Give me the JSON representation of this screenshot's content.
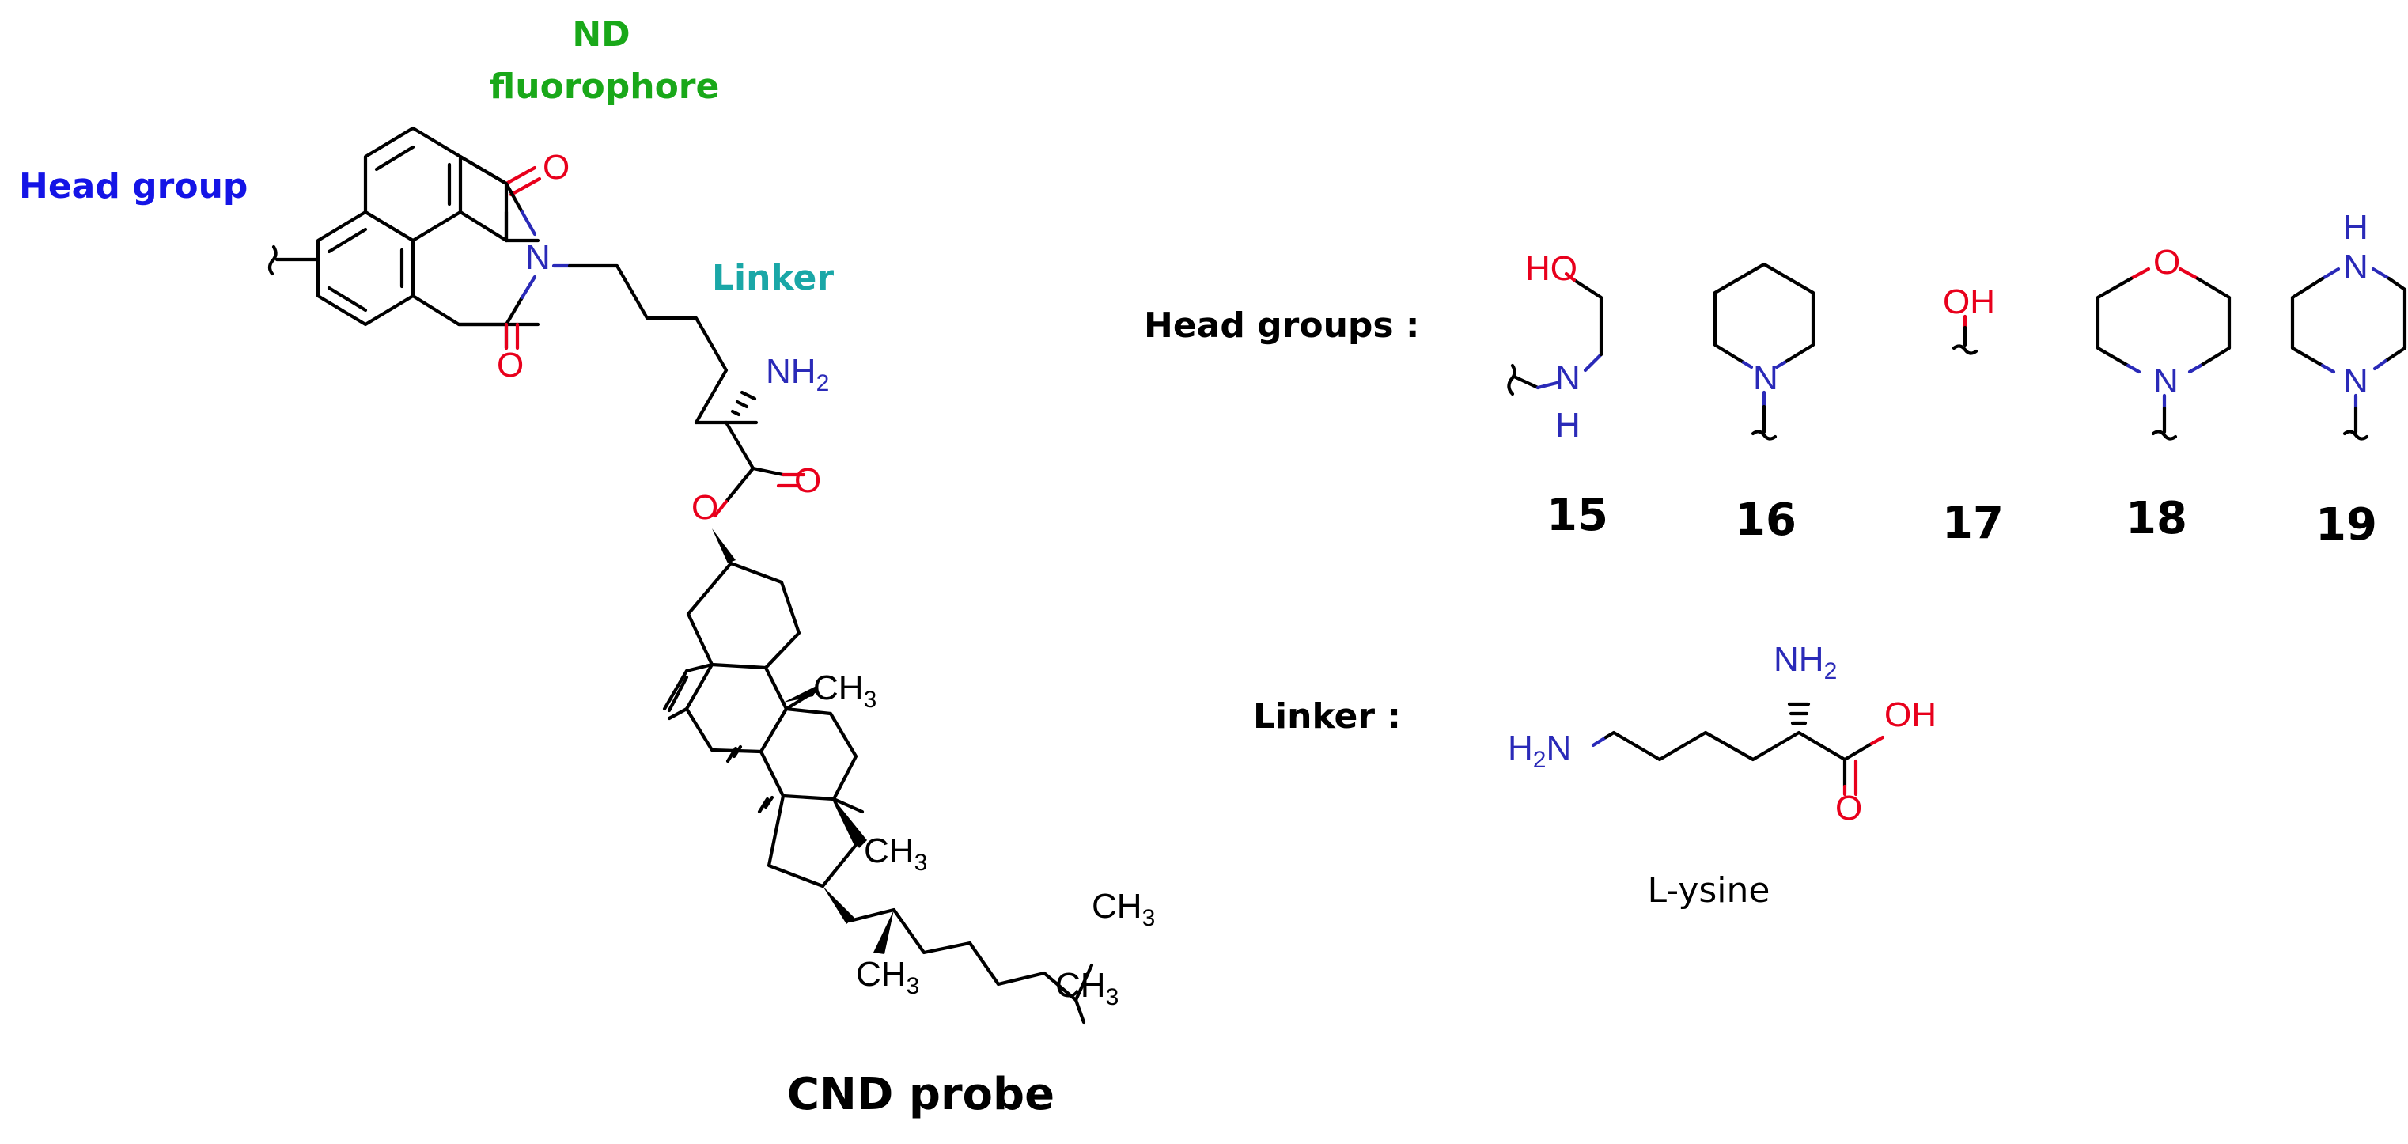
{
  "labels": {
    "nd_line1": "ND",
    "nd_line2": "fluorophore",
    "head_group": "Head group",
    "linker": "Linker",
    "probe_name": "CND probe",
    "head_groups_title": "Head groups :",
    "linker_title": "Linker :",
    "lysine_name": "L-ysine"
  },
  "compound_numbers": [
    "15",
    "16",
    "17",
    "18",
    "19"
  ],
  "atoms": {
    "O": "O",
    "N": "N",
    "H": "H",
    "HO": "HO",
    "OH": "OH",
    "NH2": "NH",
    "H2N": "H",
    "sub2": "2",
    "CH3": "CH",
    "sub3": "3"
  },
  "colors": {
    "nd_label": "#19a819",
    "head_label": "#1414e6",
    "linker_label": "#1aa7a7",
    "nitrogen": "#2a2ab8",
    "oxygen": "#e8001c",
    "bond": "#000000"
  }
}
